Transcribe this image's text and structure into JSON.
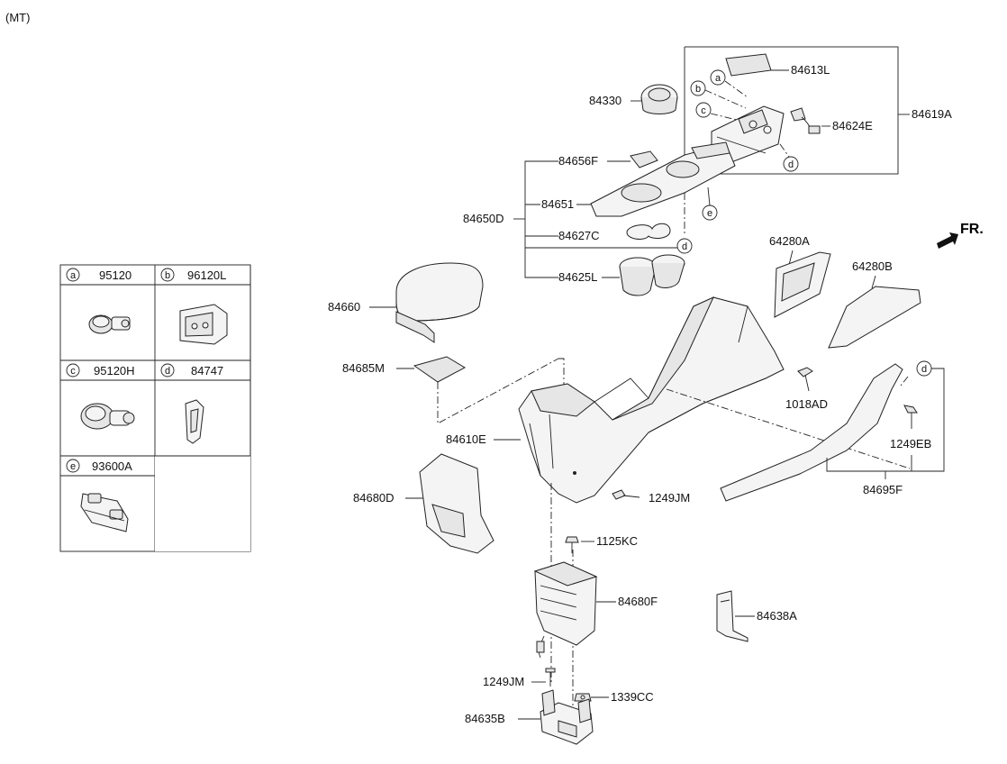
{
  "header": {
    "variant": "(MT)"
  },
  "front_marker": {
    "label": "FR."
  },
  "legend": [
    {
      "letter": "a",
      "part": "95120",
      "icon": "usb-socket-icon"
    },
    {
      "letter": "b",
      "part": "96120L",
      "icon": "aux-jack-icon"
    },
    {
      "letter": "c",
      "part": "95120H",
      "icon": "power-outlet-icon"
    },
    {
      "letter": "d",
      "part": "84747",
      "icon": "clip-icon"
    },
    {
      "letter": "e",
      "part": "93600A",
      "icon": "switch-assembly-icon"
    }
  ],
  "labels": {
    "p84613L": "84613L",
    "p84330": "84330",
    "p84624E": "84624E",
    "p84619A": "84619A",
    "p84656F": "84656F",
    "p84651": "84651",
    "p84650D": "84650D",
    "p84627C": "84627C",
    "p84625L": "84625L",
    "p64280A": "64280A",
    "p64280B": "64280B",
    "p84660": "84660",
    "p84685M": "84685M",
    "p1018AD": "1018AD",
    "p84610E": "84610E",
    "p1249EB": "1249EB",
    "p84680D": "84680D",
    "p1249JM_a": "1249JM",
    "p84695F": "84695F",
    "p1125KC": "1125KC",
    "p84680F": "84680F",
    "p84638A": "84638A",
    "p1249JM_b": "1249JM",
    "p1339CC": "1339CC",
    "p84635B": "84635B"
  },
  "callouts": {
    "a": "a",
    "b": "b",
    "c": "c",
    "d": "d",
    "e": "e"
  }
}
